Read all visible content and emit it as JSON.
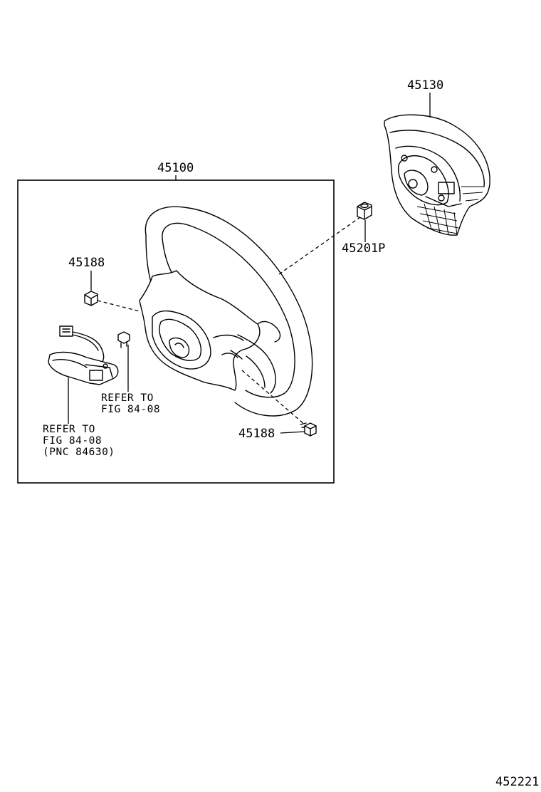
{
  "labels": {
    "steering_wheel": "45100",
    "airbag_assembly": "45130",
    "nut": "45201P",
    "screw_upper": "45188",
    "screw_lower": "45188"
  },
  "notes": {
    "refer_a_line1": "REFER TO",
    "refer_a_line2": "FIG 84-08",
    "refer_b_line1": "REFER TO",
    "refer_b_line2": "FIG 84-08",
    "refer_b_line3": "(PNC 84630)"
  },
  "figure_code": "452221"
}
